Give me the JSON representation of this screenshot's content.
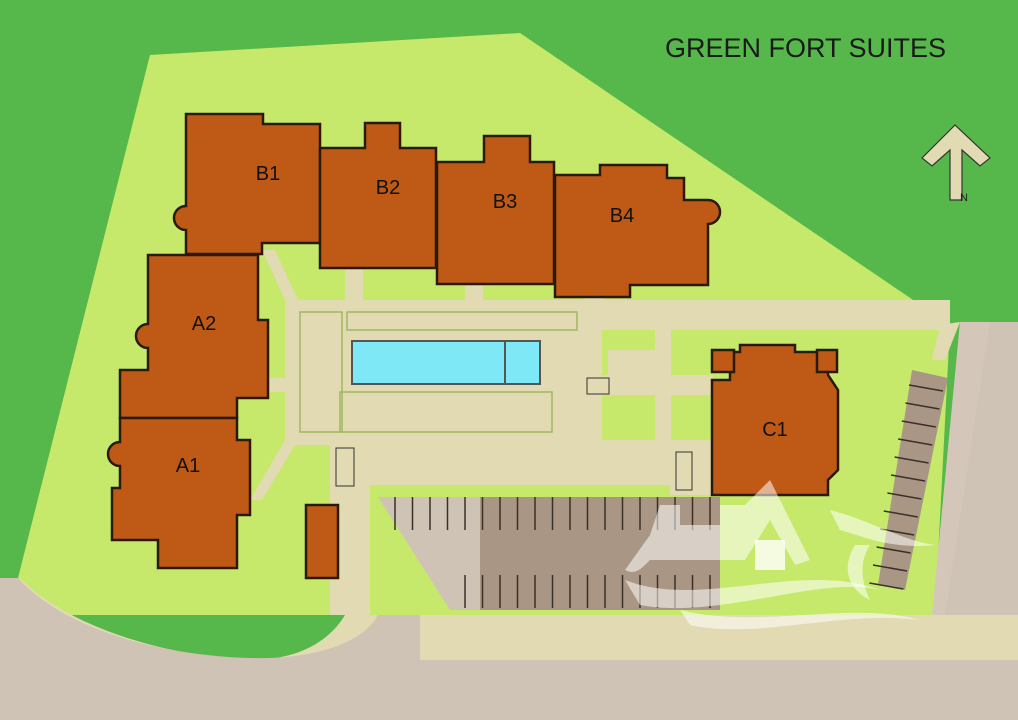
{
  "title": "GREEN FORT SUITES",
  "north_label": "N",
  "buildings": [
    {
      "id": "B1",
      "label": "B1"
    },
    {
      "id": "B2",
      "label": "B2"
    },
    {
      "id": "B3",
      "label": "B3"
    },
    {
      "id": "B4",
      "label": "B4"
    },
    {
      "id": "A2",
      "label": "A2"
    },
    {
      "id": "A1",
      "label": "A1"
    },
    {
      "id": "C1",
      "label": "C1"
    }
  ],
  "colors": {
    "outer_grass": "#56b84a",
    "site_grass": "#c6e96c",
    "building": "#bf5916",
    "walkway": "#e1dab2",
    "road": "#cfc3b6",
    "parking": "#a99684",
    "pool": "#7fe8f6"
  }
}
